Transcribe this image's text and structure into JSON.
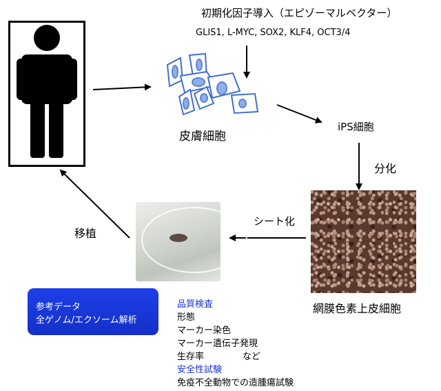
{
  "factors_title": "初期化因子導入（エピゾーマルベクター）",
  "factors_list": "GLIS1, L-MYC, SOX2, KLF4, OCT3/4",
  "skin_cells_label": "皮膚細胞",
  "ips_label": "iPS細胞",
  "differentiation_label": "分化",
  "rpe_label": "網膜色素上皮細胞",
  "sheet_label": "シート化",
  "transplant_label": "移植",
  "reference": {
    "title": "参考データ",
    "subtitle": "全ゲノム/エクソーム解析"
  },
  "quality": {
    "heading": "品質検査",
    "items": [
      "形態",
      "マーカー染色",
      "マーカー遺伝子発現"
    ],
    "survival": "生存率",
    "etc": "など"
  },
  "safety": {
    "heading": "安全性試験",
    "item": "免疫不全動物での造腫瘍試験"
  },
  "colors": {
    "cell_fill": "#8fb0e6",
    "cell_outline": "#3f6fd1",
    "ref_box": "#1a36dc",
    "heading_blue": "#1a2fd6"
  }
}
